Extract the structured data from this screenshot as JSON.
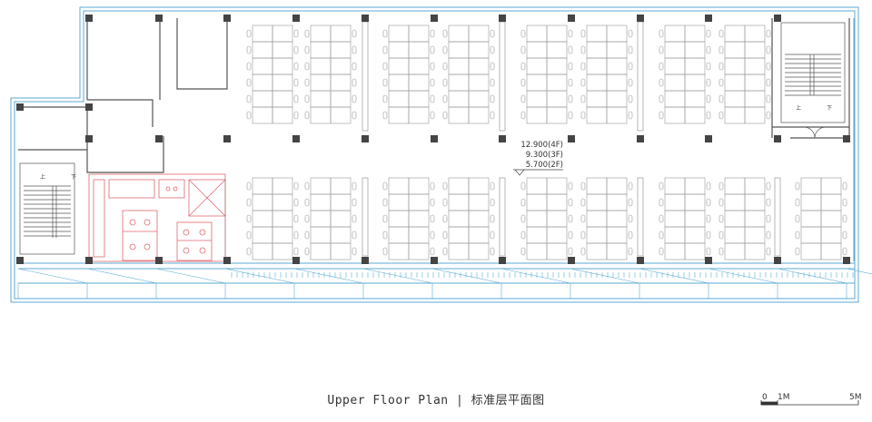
{
  "caption": "Upper Floor Plan | 标准层平面图",
  "scale_bar": {
    "start": "0",
    "mid": "1M",
    "end": "5M"
  },
  "levels": [
    "12.900(4F)",
    "9.300(3F)",
    "5.700(2F)"
  ],
  "stair_labels": {
    "up": "上",
    "down": "下"
  },
  "colors": {
    "structure": "#5ba9d6",
    "walls": "#555555",
    "columns": "#444444",
    "core": "#e0676f",
    "furniture": "#9a9a9a"
  }
}
